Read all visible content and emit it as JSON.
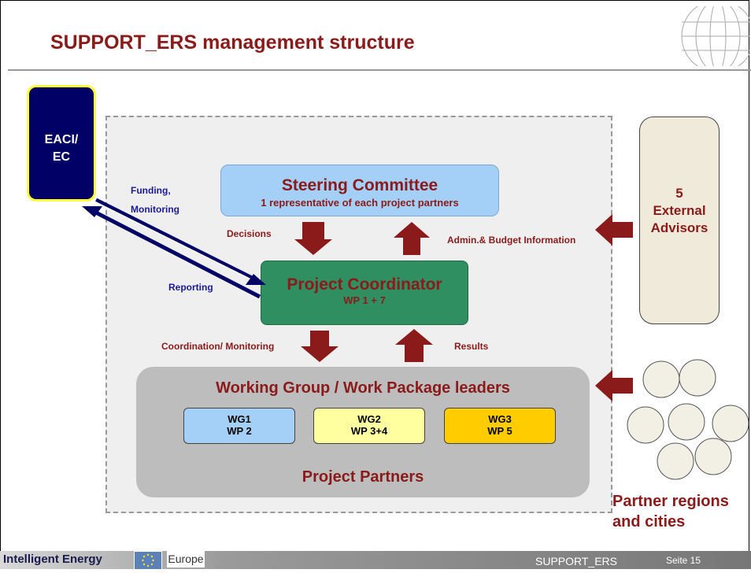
{
  "header": {
    "title": "SUPPORT_ERS management structure"
  },
  "eaci": {
    "line1": "EACI/",
    "line2": "EC"
  },
  "steering": {
    "title": "Steering Committee",
    "subtitle": "1 representative of each project partners"
  },
  "coordinator": {
    "title": "Project Coordinator",
    "subtitle": "WP 1 + 7"
  },
  "working_group": {
    "title": "Working Group / Work Package leaders",
    "footer": "Project Partners",
    "groups": [
      {
        "line1": "WG1",
        "line2": "WP 2"
      },
      {
        "line1": "WG2",
        "line2": "WP 3+4"
      },
      {
        "line1": "WG3",
        "line2": "WP 5"
      }
    ]
  },
  "advisors": {
    "line1": "5",
    "line2": "External",
    "line3": "Advisors"
  },
  "partners": {
    "line1": "Partner regions",
    "line2": "and cities"
  },
  "labels": {
    "funding": "Funding,",
    "monitoring": "Monitoring",
    "reporting": "Reporting",
    "decisions": "Decisions",
    "admin_budget": "Admin.& Budget Information",
    "coordination": "Coordination/ Monitoring",
    "results": "Results"
  },
  "footer": {
    "brand": "Intelligent Energy",
    "brand_suffix": "Europe",
    "project": "SUPPORT_ERS",
    "page": "Seite 15"
  },
  "colors": {
    "dark_red": "#8b1a1a",
    "navy": "#000066",
    "steering_blue": "#a4cff6",
    "coordinator_green": "#2f8f60",
    "wg2_yellow": "#ffffa0",
    "wg3_orange": "#ffcc00"
  },
  "icons": [
    "globe-icon",
    "eu-flag-icon"
  ]
}
